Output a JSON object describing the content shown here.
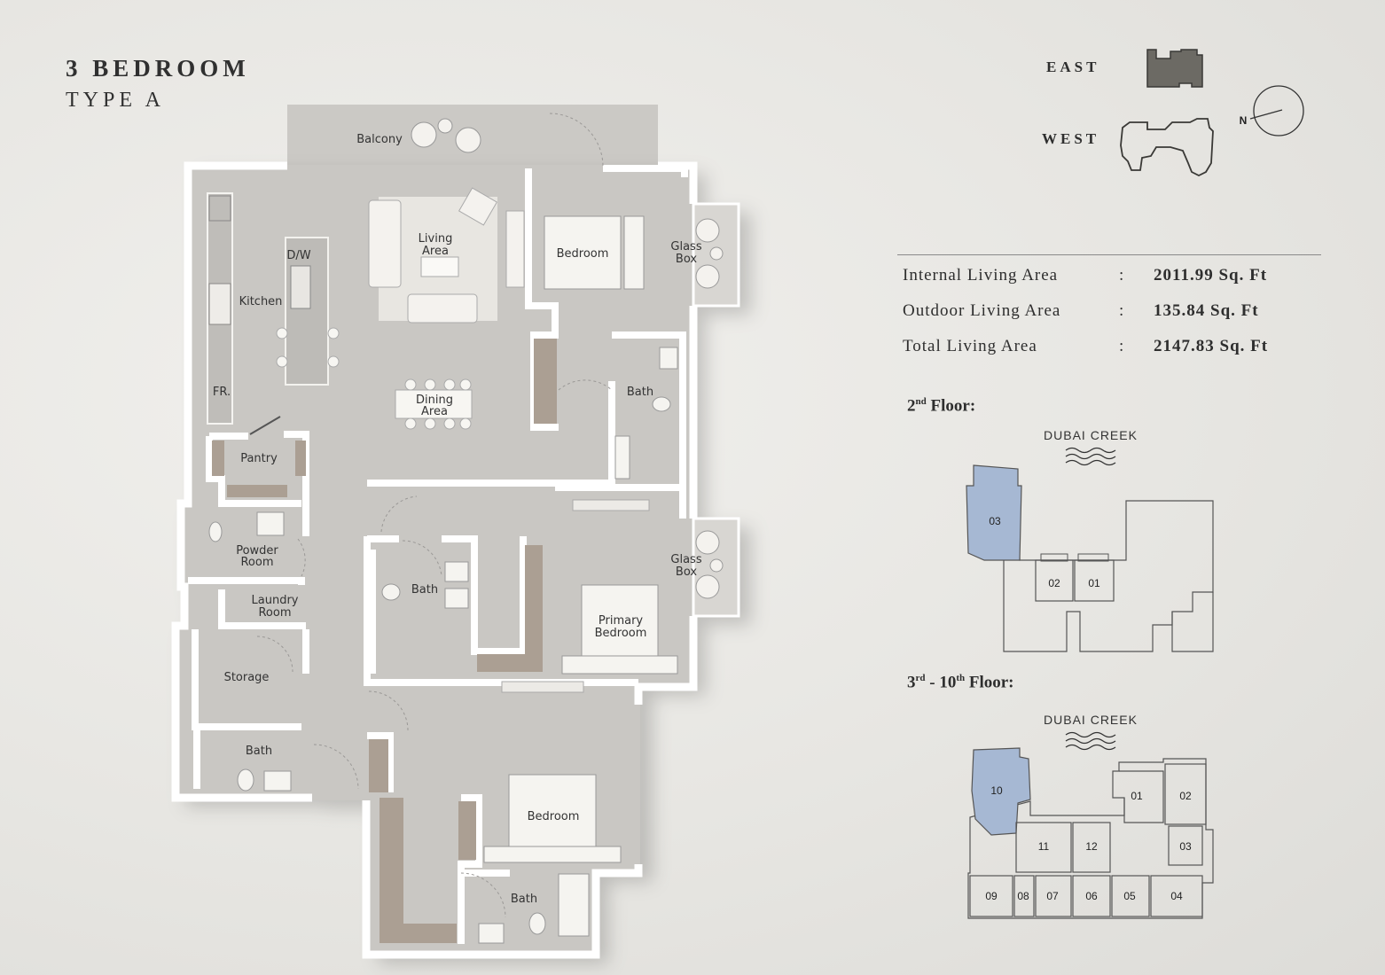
{
  "header": {
    "title": "3 BEDROOM",
    "subtitle": "TYPE A"
  },
  "rooms": {
    "balcony": "Balcony",
    "living": [
      "Living",
      "Area"
    ],
    "dw": "D/W",
    "kitchen": "Kitchen",
    "fridge": "FR.",
    "dining": [
      "Dining",
      "Area"
    ],
    "bedroom1": "Bedroom",
    "glassbox1": [
      "Glass",
      "Box"
    ],
    "bath1": "Bath",
    "pantry": "Pantry",
    "powder": [
      "Powder",
      "Room"
    ],
    "laundry": [
      "Laundry",
      "Room"
    ],
    "bath2": "Bath",
    "glassbox2": [
      "Glass",
      "Box"
    ],
    "primary": [
      "Primary",
      "Bedroom"
    ],
    "storage": "Storage",
    "bath3": "Bath",
    "bedroom3": "Bedroom",
    "bath4": "Bath"
  },
  "orientation": {
    "east": "EAST",
    "west": "WEST",
    "north": "N"
  },
  "areas": [
    {
      "label": "Internal Living Area",
      "sep": ":",
      "value": "2011.99 Sq. Ft"
    },
    {
      "label": "Outdoor Living Area",
      "sep": ":",
      "value": "135.84 Sq. Ft"
    },
    {
      "label": "Total Living Area",
      "sep": ":",
      "value": "2147.83 Sq. Ft"
    }
  ],
  "floors": [
    {
      "title_a": "2",
      "sup_a": "nd",
      "title_rest": " Floor:",
      "creek": "DUBAI CREEK",
      "units": [
        "03",
        "02",
        "01"
      ],
      "highlight": "03"
    },
    {
      "title_a": "3",
      "sup_a": "rd",
      "title_mid": " - 10",
      "sup_b": "th",
      "title_rest": " Floor:",
      "creek": "DUBAI CREEK",
      "units": [
        "10",
        "01",
        "02",
        "11",
        "12",
        "03",
        "09",
        "08",
        "07",
        "06",
        "05",
        "04"
      ],
      "highlight": "10"
    }
  ],
  "colors": {
    "wall": "#ffffff",
    "floor": "#c9c7c3",
    "furniture": "#f4f2ee",
    "wood": "#ab9f93",
    "highlight": "#a6b8d3",
    "bg": "#e9e8e5"
  }
}
